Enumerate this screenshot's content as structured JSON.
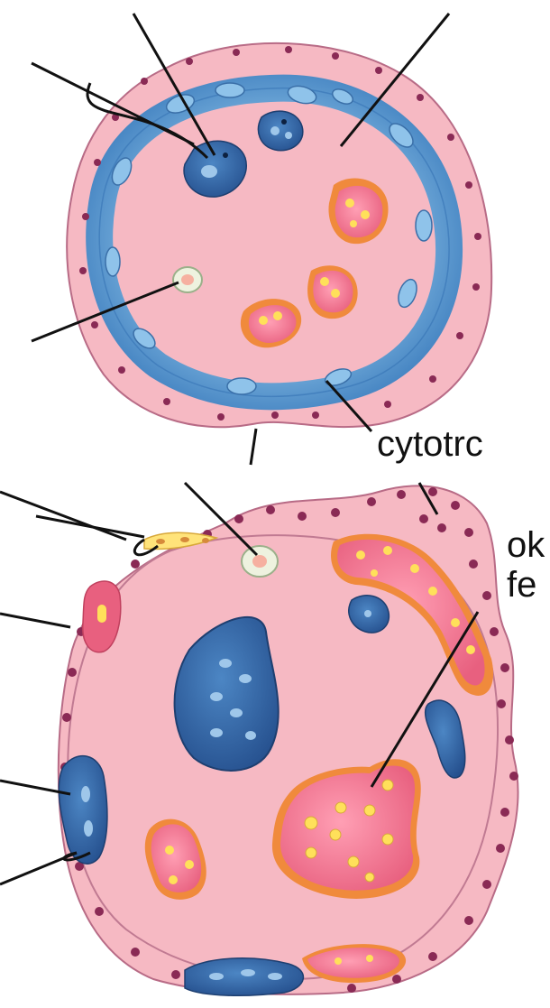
{
  "labels": {
    "cytotro": "cytotrc",
    "ok": "ok",
    "fe": "fe"
  },
  "colors": {
    "stroma": "#f6b9c3",
    "stroma_edge": "#b86b86",
    "capillary_blue": "#5f9fd3",
    "blue_cell": "#2f67a8",
    "pink_cell": "#f07d98",
    "orange_rim": "#f08a3c",
    "yellow_nucleus": "#ffe05a",
    "dot_nuclei": "#8a2a55",
    "pale_cell": "#eef2df"
  }
}
